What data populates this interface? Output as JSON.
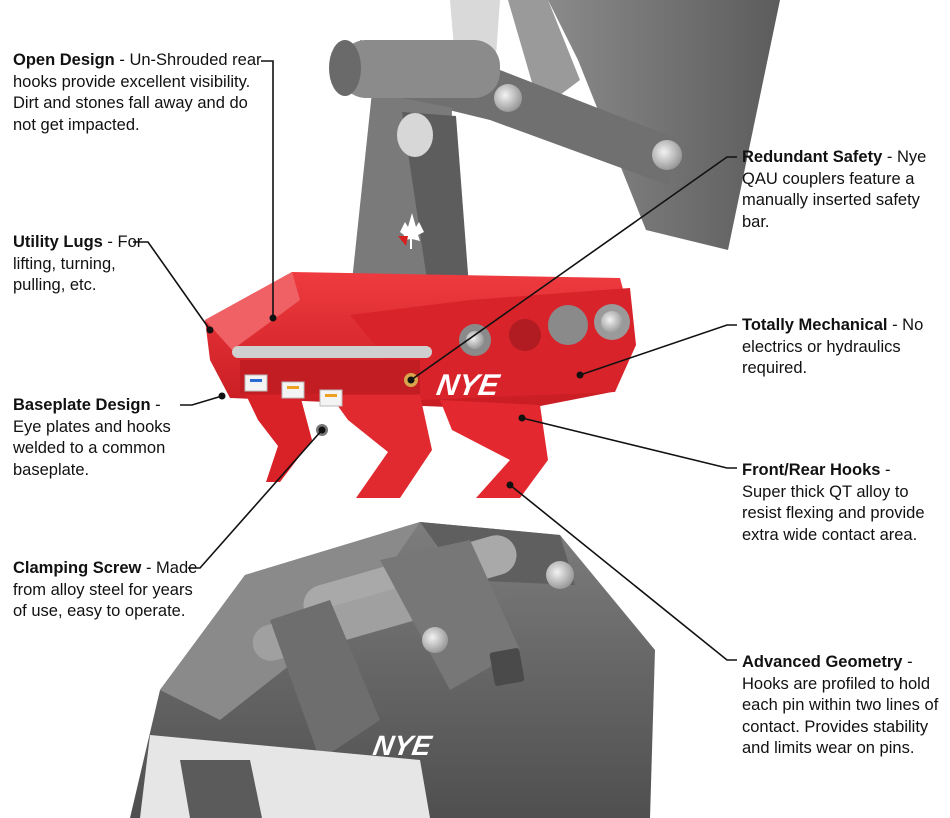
{
  "brand": {
    "logo_text": "NYE"
  },
  "colors": {
    "coupler_red": "#e0262c",
    "coupler_red_dark": "#a9181d",
    "boom_gray": "#6f6f6f",
    "bucket_gray": "#6a6a6a",
    "leader_line": "#111111"
  },
  "callouts": {
    "open_design": {
      "title": "Open Design",
      "sep": " - ",
      "text": "Un-Shrouded rear hooks provide excellent visibility. Dirt and stones fall away and do not get impacted."
    },
    "utility_lugs": {
      "title": "Utility Lugs",
      "sep": " - ",
      "text": "For lifting, turning, pulling, etc."
    },
    "baseplate_design": {
      "title": "Baseplate Design",
      "sep": " - ",
      "text": "Eye plates and hooks welded to a common baseplate."
    },
    "clamping_screw": {
      "title": "Clamping Screw",
      "sep": " - ",
      "text": "Made from alloy steel for years of use, easy to operate."
    },
    "redundant_safety": {
      "title": "Redundant Safety",
      "sep": " - ",
      "text": "Nye QAU couplers feature a manually inserted safety bar."
    },
    "totally_mechanical": {
      "title": "Totally Mechanical",
      "sep": " - ",
      "text": "No electrics or hydraulics required."
    },
    "front_rear_hooks": {
      "title": "Front/Rear Hooks",
      "sep": " - ",
      "text": "Super thick QT alloy to resist flexing and provide extra wide contact area."
    },
    "advanced_geometry": {
      "title": "Advanced Geometry",
      "sep": " - ",
      "text": "Hooks are profiled to hold each pin within two lines of contact. Provides stability and limits wear on pins."
    }
  }
}
